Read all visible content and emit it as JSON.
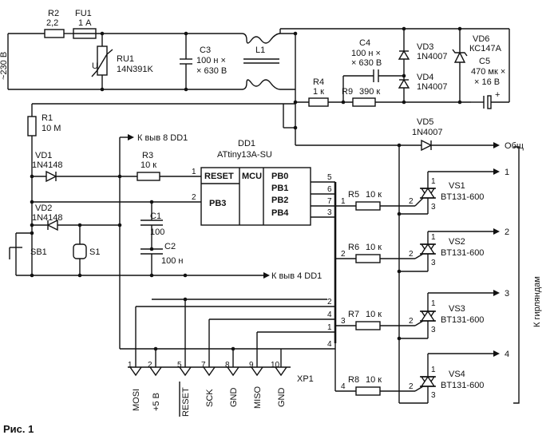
{
  "figure": {
    "caption": "Рис. 1",
    "mains_label": "~230 В",
    "common_label": "Общ",
    "garland_label": "К гирляндам",
    "k8": "К выв  8 DD1",
    "k4": "К выв  4 DD1"
  },
  "components": {
    "R2": {
      "ref": "R2",
      "val": "2,2"
    },
    "FU1": {
      "ref": "FU1",
      "val": "1 А"
    },
    "RU1": {
      "ref": "RU1",
      "val": "14N391K",
      "sym": "U"
    },
    "C3": {
      "ref": "C3",
      "val1": "100 н ×",
      "val2": "× 630 В"
    },
    "L1": {
      "ref": "L1"
    },
    "C4": {
      "ref": "C4",
      "val1": "100 н ×",
      "val2": "× 630 В"
    },
    "VD3": {
      "ref": "VD3",
      "val": "1N4007"
    },
    "VD4": {
      "ref": "VD4",
      "val": "1N4007"
    },
    "VD6": {
      "ref": "VD6",
      "val": "КС147А"
    },
    "C5": {
      "ref": "C5",
      "val1": "470 мк ×",
      "val2": "× 16 В",
      "plus": "+"
    },
    "R4": {
      "ref": "R4",
      "val": "1 к"
    },
    "R9": {
      "ref": "R9",
      "val": "390 к"
    },
    "VD5": {
      "ref": "VD5",
      "val": "1N4007"
    },
    "R1": {
      "ref": "R1",
      "val": "10 М"
    },
    "VD1": {
      "ref": "VD1",
      "val": "1N4148"
    },
    "VD2": {
      "ref": "VD2",
      "val": "1N4148"
    },
    "R3": {
      "ref": "R3",
      "val": "10 к"
    },
    "C1": {
      "ref": "C1",
      "val": "100"
    },
    "C2": {
      "ref": "C2",
      "val": "100 н"
    },
    "SB1": {
      "ref": "SB1"
    },
    "S1": {
      "ref": "S1"
    },
    "DD1": {
      "ref": "DD1",
      "part": "ATtiny13A-SU",
      "reset": "RESET",
      "mcu": "MCU",
      "pb3": "PB3",
      "pb0": "PB0",
      "pb1": "PB1",
      "pb2": "PB2",
      "pb4": "PB4",
      "pin_reset": "1",
      "pin_pb3": "2",
      "pin_pb0": "5",
      "pin_pb1": "6",
      "pin_pb2": "7",
      "pin_pb4": "3"
    },
    "R5": {
      "ref": "R5",
      "val": "10 к"
    },
    "R6": {
      "ref": "R6",
      "val": "10 к"
    },
    "R7": {
      "ref": "R7",
      "val": "10 к"
    },
    "R8": {
      "ref": "R8",
      "val": "10 к"
    },
    "VS1": {
      "ref": "VS1",
      "val": "BT131-600"
    },
    "VS2": {
      "ref": "VS2",
      "val": "BT131-600"
    },
    "VS3": {
      "ref": "VS3",
      "val": "BT131-600"
    },
    "VS4": {
      "ref": "VS4",
      "val": "BT131-600"
    }
  },
  "outputs": [
    "1",
    "2",
    "3",
    "4"
  ],
  "triac_pins": {
    "gate": "2",
    "a1": "1",
    "a2": "3"
  },
  "bus_labels": [
    "1",
    "2",
    "3",
    "4"
  ],
  "connector": {
    "ref": "XP1",
    "pins": [
      {
        "num": "1",
        "name": "MOSI"
      },
      {
        "num": "2",
        "name": "+5 В"
      },
      {
        "num": "5",
        "name": "RESET"
      },
      {
        "num": "7",
        "name": "SCK"
      },
      {
        "num": "8",
        "name": "GND"
      },
      {
        "num": "9",
        "name": "MISO"
      },
      {
        "num": "10",
        "name": "GND"
      }
    ]
  }
}
